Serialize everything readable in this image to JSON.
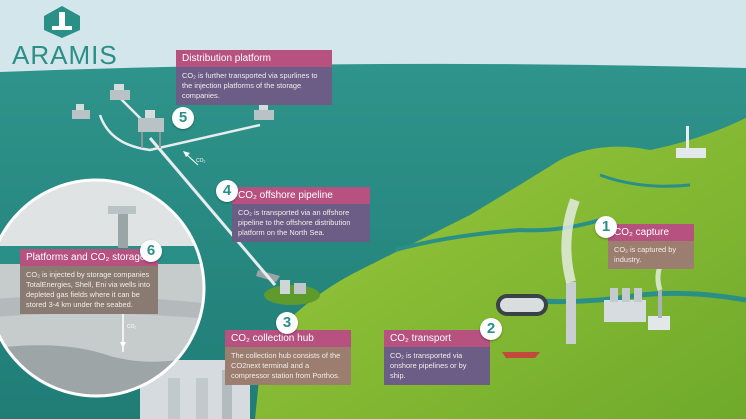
{
  "logo": {
    "text": "ARAMIS"
  },
  "colors": {
    "sea": "#2a8f86",
    "land": "#8fbf36",
    "header": "#b65180",
    "body_purple": "#6b5d86",
    "body_brown": "#9b7e70"
  },
  "steps": [
    {
      "number": "1",
      "title": "CO₂ capture",
      "body": "CO₂ is captured by industry."
    },
    {
      "number": "2",
      "title": "CO₂ transport",
      "body": "CO₂ is transported via onshore pipelines or by ship."
    },
    {
      "number": "3",
      "title": "CO₂ collection hub",
      "body": "The collection hub consists of the CO2next terminal and a compressor station from Porthos."
    },
    {
      "number": "4",
      "title": "CO₂ offshore pipeline",
      "body": "CO₂ is transported via an offshore pipeline to the offshore distribution platform on the North Sea."
    },
    {
      "number": "5",
      "title": "Distribution platform",
      "body": "CO₂ is further transported via spurlines to the injection platforms of the storage companies."
    },
    {
      "number": "6",
      "title": "Platforms and CO₂ storage",
      "body": "CO₂ is injected by storage companies TotalEnergies, Shell, Eni via wells into depleted gas fields where it can be stored 3-4 km under the seabed."
    }
  ],
  "flow_labels": {
    "pipeline": "CO₂",
    "storage": "CO₂"
  }
}
